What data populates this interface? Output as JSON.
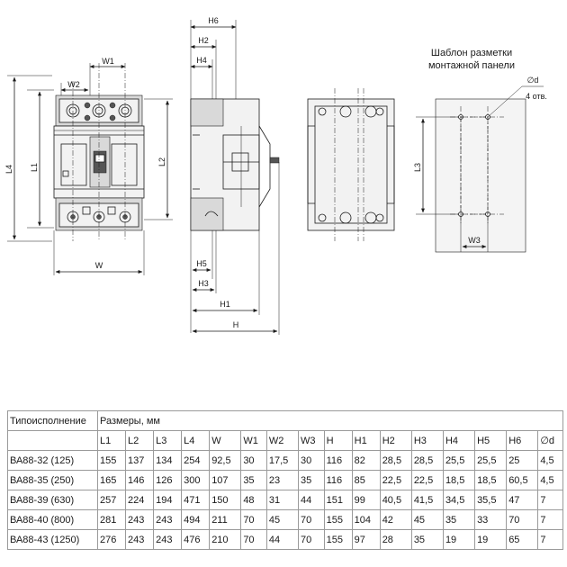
{
  "drawing": {
    "front_view": {
      "labels": {
        "w1": "W1",
        "w2": "W2",
        "l1": "L1",
        "l2": "L2",
        "l4": "L4",
        "w": "W"
      }
    },
    "side_view": {
      "labels": {
        "h6": "H6",
        "h2": "H2",
        "h4": "H4",
        "h5": "H5",
        "h3": "H3",
        "h1": "H1",
        "h": "H"
      }
    },
    "template": {
      "title_line1": "Шаблон разметки",
      "title_line2": "монтажной панели",
      "labels": {
        "d": "∅d",
        "holes": "4 отв.",
        "l3": "L3",
        "w3": "W3"
      }
    }
  },
  "table": {
    "model_header": "Типоисполнение",
    "group_header": "Размеры, мм",
    "columns": [
      "L1",
      "L2",
      "L3",
      "L4",
      "W",
      "W1",
      "W2",
      "W3",
      "H",
      "H1",
      "H2",
      "H3",
      "H4",
      "H5",
      "H6",
      "∅d"
    ],
    "rows": [
      {
        "model": "ВА88-32 (125)",
        "values": [
          "155",
          "137",
          "134",
          "254",
          "92,5",
          "30",
          "17,5",
          "30",
          "116",
          "82",
          "28,5",
          "28,5",
          "25,5",
          "25,5",
          "25",
          "4,5"
        ]
      },
      {
        "model": "ВА88-35 (250)",
        "values": [
          "165",
          "146",
          "126",
          "300",
          "107",
          "35",
          "23",
          "35",
          "116",
          "85",
          "22,5",
          "22,5",
          "18,5",
          "18,5",
          "60,5",
          "4,5"
        ]
      },
      {
        "model": "ВА88-39 (630)",
        "values": [
          "257",
          "224",
          "194",
          "471",
          "150",
          "48",
          "31",
          "44",
          "151",
          "99",
          "40,5",
          "41,5",
          "34,5",
          "35,5",
          "47",
          "7"
        ]
      },
      {
        "model": "ВА88-40 (800)",
        "values": [
          "281",
          "243",
          "243",
          "494",
          "211",
          "70",
          "45",
          "70",
          "155",
          "104",
          "42",
          "45",
          "35",
          "33",
          "70",
          "7"
        ]
      },
      {
        "model": "ВА88-43 (1250)",
        "values": [
          "276",
          "243",
          "243",
          "476",
          "210",
          "70",
          "44",
          "70",
          "155",
          "97",
          "28",
          "35",
          "19",
          "19",
          "65",
          "7"
        ]
      }
    ]
  }
}
